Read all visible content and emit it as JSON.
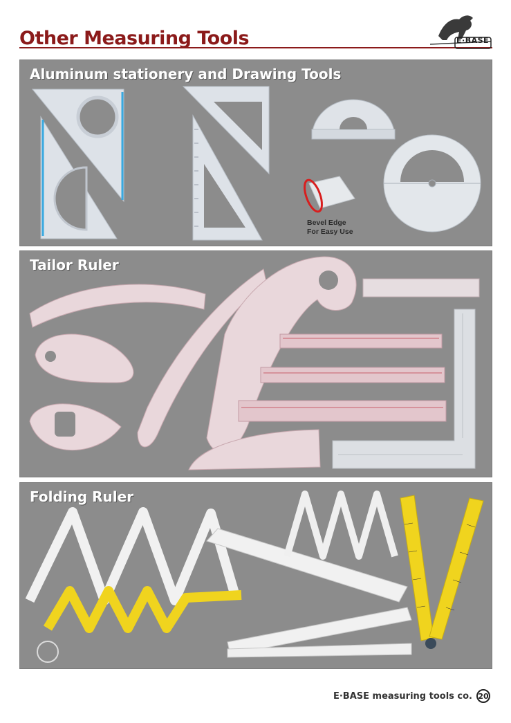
{
  "header": {
    "title": "Other Measuring Tools",
    "logo_text": "E·BASE",
    "accent_color": "#8b1a1a"
  },
  "sections": [
    {
      "title": "Aluminum stationery and Drawing Tools",
      "bevel_label_line1": "Bevel Edge",
      "bevel_label_line2": "For Easy Use"
    },
    {
      "title": "Tailor Ruler"
    },
    {
      "title": "Folding Ruler"
    }
  ],
  "footer": {
    "company": "E·BASE measuring tools co.",
    "page_number": "20"
  },
  "colors": {
    "panel_bg": "#8c8c8c",
    "aluminum": "#dfe4ea",
    "tailor_pink": "#e7c9cf",
    "folding_white": "#f2f2f2",
    "folding_yellow": "#f2d61f"
  }
}
